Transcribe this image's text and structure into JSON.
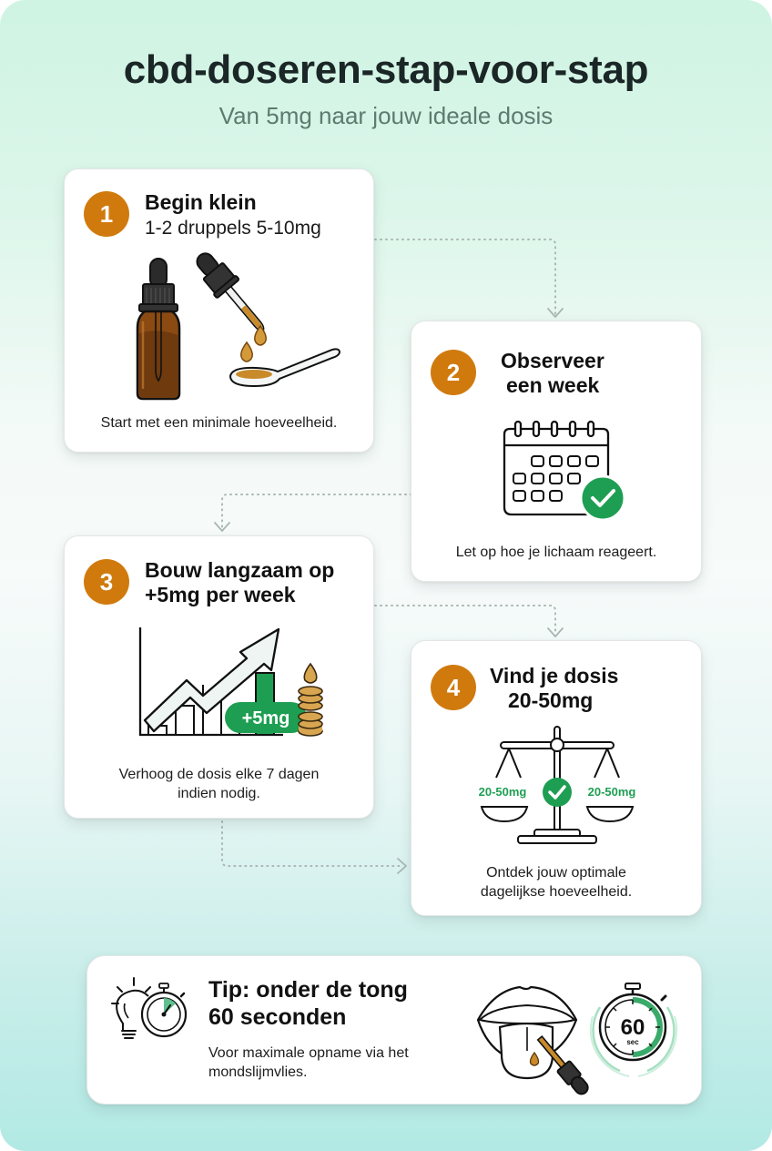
{
  "header": {
    "title": "cbd-doseren-stap-voor-stap",
    "subtitle": "Van 5mg naar jouw ideale dosis"
  },
  "colors": {
    "badge": "#d07a0e",
    "accent_green": "#1e9e52",
    "title_text": "#1b2626",
    "subtitle_text": "#5f7a70",
    "bg_top": "#cff4e3",
    "bg_bottom": "#b2e9e4",
    "oil_amber": "#c98a2a"
  },
  "steps": [
    {
      "number": "1",
      "title": "Begin klein",
      "subtitle": "1-2 druppels 5-10mg",
      "description": "Start met een minimale hoeveelheid.",
      "icon": "dropper-bottle-spoon-icon"
    },
    {
      "number": "2",
      "title_line1": "Observeer",
      "title_line2": "een week",
      "description": "Let op hoe je lichaam reageert.",
      "icon": "calendar-check-icon"
    },
    {
      "number": "3",
      "title_line1": "Bouw langzaam op",
      "title_line2": "+5mg per week",
      "description_line1": "Verhoog de dosis elke 7 dagen",
      "description_line2": "indien nodig.",
      "icon": "growth-chart-icon",
      "chart_tag": "+5mg"
    },
    {
      "number": "4",
      "title_line1": "Vind je dosis",
      "title_line2": "20-50mg",
      "description_line1": "Ontdek jouw optimale",
      "description_line2": "dagelijkse hoeveelheid.",
      "icon": "balance-scale-icon",
      "scale_left": "20-50mg",
      "scale_right": "20-50mg"
    }
  ],
  "tip": {
    "title_line1": "Tip: onder de tong",
    "title_line2": "60 seconden",
    "description": "Voor maximale opname via het mondslijmvlies.",
    "icon_left": "lightbulb-stopwatch-icon",
    "icon_right": "mouth-dropper-icon",
    "timer_value": "60",
    "timer_unit": "sec"
  }
}
